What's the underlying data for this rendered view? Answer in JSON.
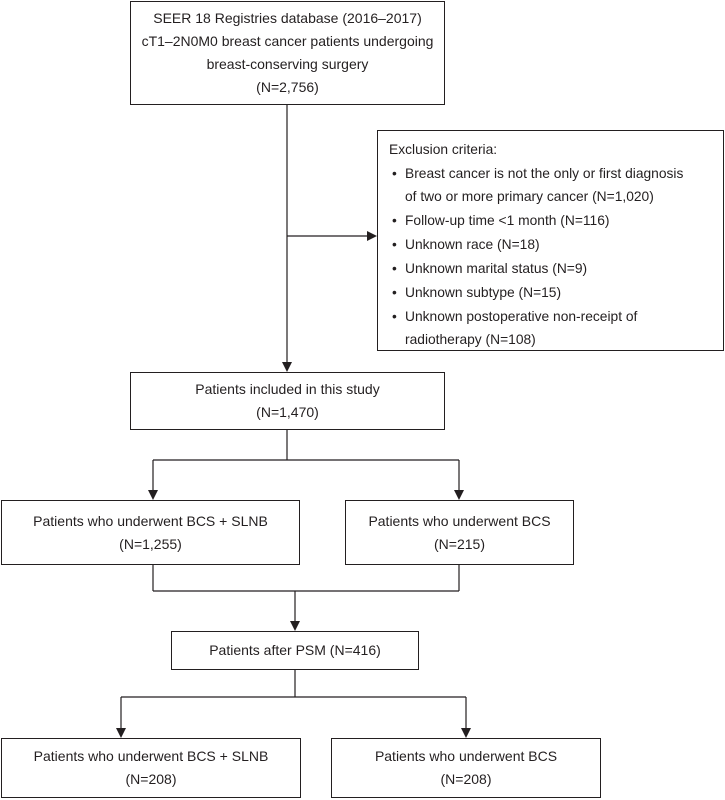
{
  "source": {
    "line1": "SEER 18 Registries database (2016–2017)",
    "line2": "cT1–2N0M0 breast cancer patients undergoing",
    "line3": "breast-conserving surgery",
    "line4": "(N=2,756)"
  },
  "exclusion": {
    "title": "Exclusion criteria:",
    "bullet": "•",
    "items": [
      {
        "l1": "Breast cancer is not the only or first diagnosis",
        "l2": "of two or more primary cancer (N=1,020)"
      },
      {
        "l1": "Follow-up time <1 month (N=116)"
      },
      {
        "l1": "Unknown race (N=18)"
      },
      {
        "l1": "Unknown marital status (N=9)"
      },
      {
        "l1": "Unknown subtype (N=15)"
      },
      {
        "l1": "Unknown postoperative non-receipt of",
        "l2": "radiotherapy (N=108)"
      }
    ]
  },
  "included": {
    "line1": "Patients included in this study",
    "line2": "(N=1,470)"
  },
  "arm_slnb": {
    "line1": "Patients who underwent BCS + SLNB",
    "line2": "(N=1,255)"
  },
  "arm_bcs": {
    "line1": "Patients who underwent BCS",
    "line2": "(N=215)"
  },
  "psm": {
    "line1": "Patients after PSM (N=416)"
  },
  "final_slnb": {
    "line1": "Patients who underwent BCS + SLNB",
    "line2": "(N=208)"
  },
  "final_bcs": {
    "line1": "Patients who underwent BCS",
    "line2": "(N=208)"
  }
}
